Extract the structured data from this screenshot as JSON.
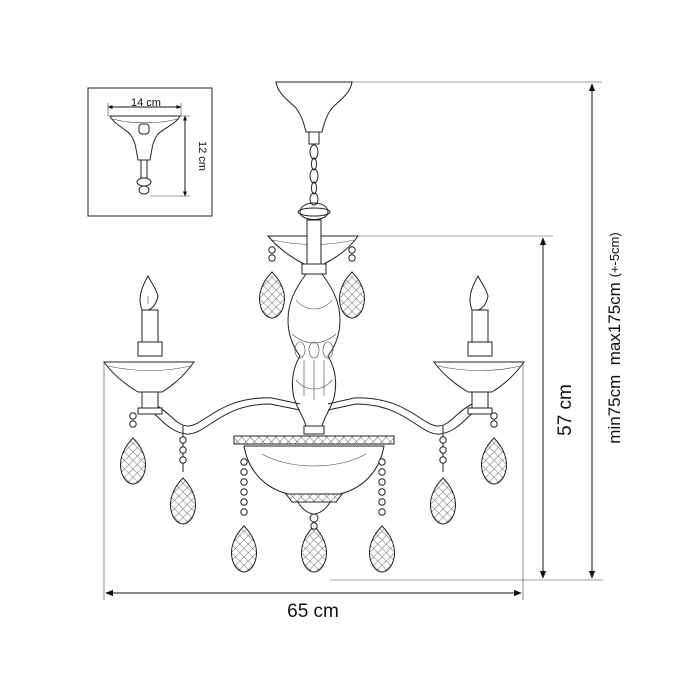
{
  "inset": {
    "width_label": "14 cm",
    "height_label": "12 cm"
  },
  "dimensions": {
    "width_label": "65 cm",
    "body_height_label": "57 cm",
    "total_height_label": "min75cm  max175cm",
    "total_height_note": "(+-5cm)"
  }
}
